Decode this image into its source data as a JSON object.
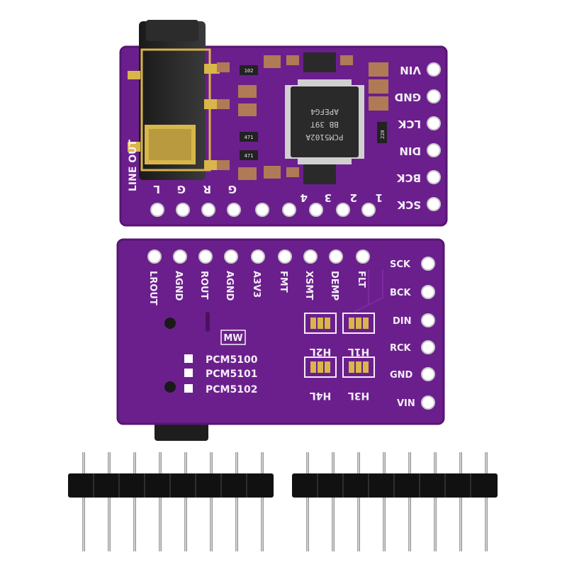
{
  "colors": {
    "background": "#ffffff",
    "pcb": "#6b1f8c",
    "pcb_edge": "#571672",
    "silkscreen": "#f4eef8",
    "pad_gold": "#d9b64a",
    "chip": "#2a2a2a",
    "header_plastic": "#111111",
    "pin_metal": "#b9b9b9"
  },
  "front_board": {
    "jack_label": "LINE OUT",
    "right_pins": [
      "VIN",
      "GND",
      "LCK",
      "DIN",
      "BCK",
      "SCK"
    ],
    "bottom_pins": [
      "L",
      "G",
      "R",
      "G",
      "4",
      "3",
      "2",
      "1"
    ],
    "chip_lines": [
      "PCM5102A",
      "BB 39T",
      "APEFG4"
    ],
    "resistor_marks": [
      "102",
      "471",
      "471",
      "220"
    ]
  },
  "back_board": {
    "top_pins": [
      "LROUT",
      "AGND",
      "ROUT",
      "AGND",
      "A3V3",
      "FMT",
      "XSMT",
      "DEMP",
      "FLT"
    ],
    "right_pins": [
      "SCK",
      "BCK",
      "DIN",
      "RCK",
      "GND",
      "VIN"
    ],
    "logo": "MW",
    "variants": [
      "PCM5100",
      "PCM5101",
      "PCM5102"
    ],
    "jumpers_row1": [
      "H2L",
      "H1L"
    ],
    "jumpers_row2": [
      "H4L",
      "H3L"
    ]
  },
  "headers": {
    "pin_count_each": 8
  }
}
